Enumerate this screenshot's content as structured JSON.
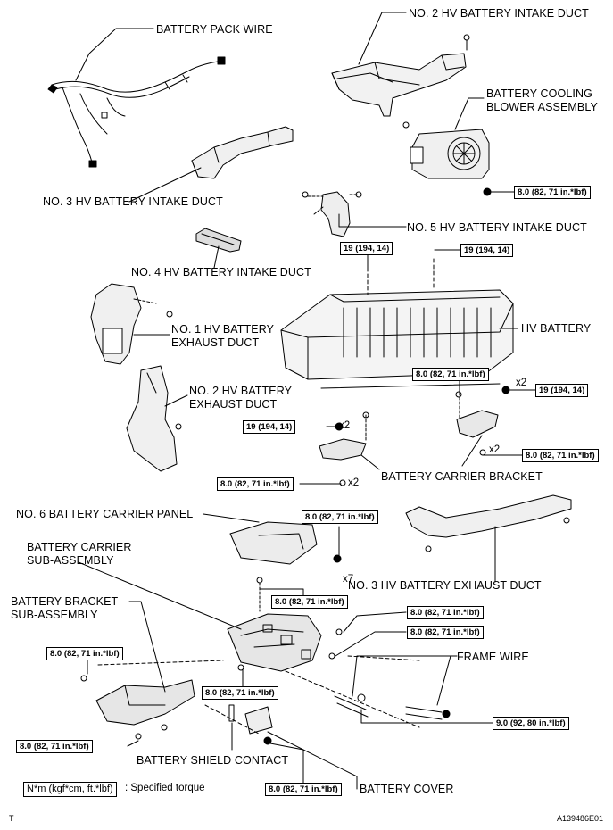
{
  "labels": {
    "battery_pack_wire": "BATTERY PACK WIRE",
    "no2_intake_duct": "NO. 2 HV BATTERY INTAKE DUCT",
    "cooling_blower": "BATTERY COOLING\nBLOWER ASSEMBLY",
    "no3_intake_duct": "NO. 3 HV BATTERY INTAKE DUCT",
    "no5_intake_duct": "NO. 5 HV BATTERY INTAKE DUCT",
    "no4_intake_duct": "NO. 4 HV BATTERY INTAKE DUCT",
    "no1_exhaust_duct": "NO. 1 HV BATTERY\nEXHAUST DUCT",
    "hv_battery": "HV BATTERY",
    "no2_exhaust_duct": "NO. 2 HV BATTERY\nEXHAUST DUCT",
    "carrier_bracket": "BATTERY CARRIER BRACKET",
    "no6_carrier_panel": "NO. 6 BATTERY CARRIER PANEL",
    "carrier_sub_assembly": "BATTERY CARRIER\nSUB-ASSEMBLY",
    "no3_exhaust_duct": "NO. 3 HV BATTERY EXHAUST DUCT",
    "bracket_sub_assembly": "BATTERY BRACKET\nSUB-ASSEMBLY",
    "frame_wire": "FRAME WIRE",
    "shield_contact": "BATTERY SHIELD CONTACT",
    "battery_cover": "BATTERY COVER"
  },
  "torques": {
    "t_blower": "8.0 (82, 71 in.*lbf)",
    "t_no5_left": "19 (194, 14)",
    "t_batt_right": "19 (194, 14)",
    "t_batt_front": "8.0 (82, 71 in.*lbf)",
    "t_bracket_right_top": "19 (194, 14)",
    "t_bracket_left": "19 (194, 14)",
    "t_bracket_right_bottom": "8.0 (82, 71 in.*lbf)",
    "t_bracket_bottom": "8.0 (82, 71 in.*lbf)",
    "t_panel": "8.0 (82, 71 in.*lbf)",
    "t_carrier_top": "8.0 (82, 71 in.*lbf)",
    "t_carrier_right1": "8.0 (82, 71 in.*lbf)",
    "t_carrier_right2": "8.0 (82, 71 in.*lbf)",
    "t_bracket_sub_top": "8.0 (82, 71 in.*lbf)",
    "t_carrier_bottom": "8.0 (82, 71 in.*lbf)",
    "t_frame_wire": "9.0 (92, 80 in.*lbf)",
    "t_bracket_sub_bottom": "8.0 (82, 71 in.*lbf)",
    "t_cover": "8.0 (82, 71 in.*lbf)"
  },
  "multipliers": {
    "m1": "x2",
    "m2": "x2",
    "m3": "x2",
    "m4": "x2",
    "m5": "x7"
  },
  "legend": {
    "box": "N*m (kgf*cm, ft.*lbf)",
    "text": ": Specified torque"
  },
  "footer": {
    "left": "T",
    "right": "A139486E01"
  }
}
